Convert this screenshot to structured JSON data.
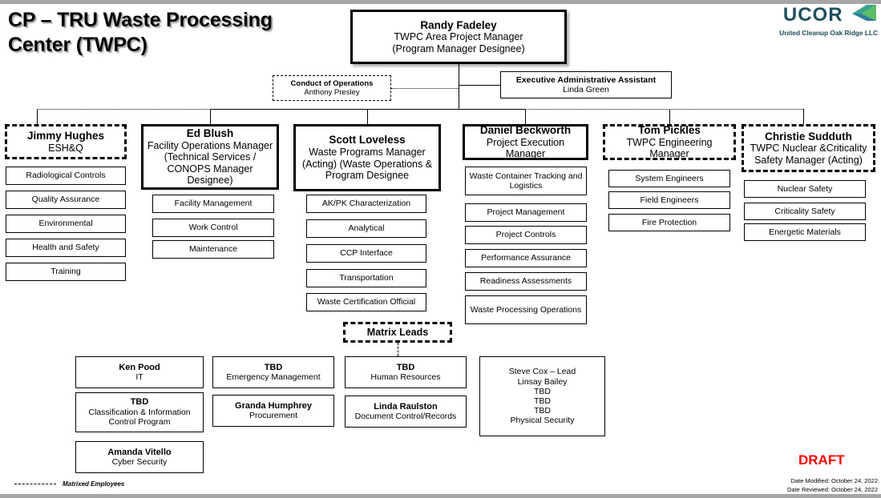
{
  "slide": {
    "title": "CP – TRU Waste Processing Center (TWPC)",
    "draft_label": "DRAFT",
    "date_modified": "Date Modified: October 24, 2022",
    "date_reviewed": "Date Reviewed: October 24, 2022",
    "legend_text": "Matrixed Employees",
    "accent_red": "#ff0000",
    "logo_color": "#1f4f5f"
  },
  "logo": {
    "wordmark": "UCOR",
    "tagline": "United Cleanup Oak Ridge LLC"
  },
  "top": {
    "name": "Randy Fadeley",
    "line2": "TWPC Area Project Manager",
    "line3": "(Program Manager Designee)"
  },
  "conduct": {
    "line1": "Conduct of Operations",
    "line2": "Anthony Presley"
  },
  "exec_admin": {
    "line1": "Executive Administrative Assistant",
    "line2": "Linda Green"
  },
  "columns": [
    {
      "id": "esh",
      "dashed": true,
      "name": "Jimmy Hughes",
      "role": "ESH&Q",
      "reports": [
        "Radiological Controls",
        "Quality Assurance",
        "Environmental",
        "Health and Safety",
        "Training"
      ]
    },
    {
      "id": "facility-ops",
      "dashed": false,
      "name": "Ed Blush",
      "role": "Facility Operations Manager (Technical Services / CONOPS Manager Designee)",
      "reports": [
        "Facility Management",
        "Work Control",
        "Maintenance"
      ]
    },
    {
      "id": "waste-programs",
      "dashed": false,
      "name": "Scott Loveless",
      "role": "Waste Programs Manager (Acting) (Waste Operations & Program Designee",
      "reports": [
        "AK/PK Characterization",
        "Analytical",
        "CCP Interface",
        "Transportation",
        "Waste Certification Official"
      ]
    },
    {
      "id": "project-execution",
      "dashed": false,
      "name": "Daniel Beckworth",
      "role": "Project Execution Manager",
      "reports": [
        "Waste Container Tracking and Logistics",
        "Project Management",
        "Project Controls",
        "Performance Assurance",
        "Readiness Assessments",
        "Waste Processing Operations"
      ]
    },
    {
      "id": "engineering",
      "dashed": true,
      "name": "Tom Pickles",
      "role": "TWPC Engineering Manager",
      "reports": [
        "System Engineers",
        "Field Engineers",
        "Fire Protection"
      ]
    },
    {
      "id": "nuclear-criticality",
      "dashed": true,
      "name": "Christie Sudduth",
      "role": "TWPC Nuclear &Criticality Safety Manager (Acting)",
      "reports": [
        "Nuclear Safety",
        "Criticality Safety",
        "Energetic Materials"
      ]
    }
  ],
  "matrix": {
    "header": "Matrix Leads",
    "boxes": [
      {
        "id": "it",
        "line1": "Ken Pood",
        "line2": "IT"
      },
      {
        "id": "emergency",
        "line1": "TBD",
        "line2": "Emergency Management"
      },
      {
        "id": "hr",
        "line1": "TBD",
        "line2": "Human Resources"
      },
      {
        "id": "security",
        "line1": "Steve Cox – Lead",
        "line2": "Linsay Bailey\nTBD\nTBD\nTBD\nPhysical Security"
      },
      {
        "id": "cicp",
        "line1": "TBD",
        "line2": "Classification & Information Control Program"
      },
      {
        "id": "procure",
        "line1": "Granda Humphrey",
        "line2": "Procurement"
      },
      {
        "id": "docs",
        "line1": "Linda Raulston",
        "line2": "Document Control/Records"
      },
      {
        "id": "cyber",
        "line1": "Amanda Vitello",
        "line2": "Cyber Security"
      }
    ]
  }
}
